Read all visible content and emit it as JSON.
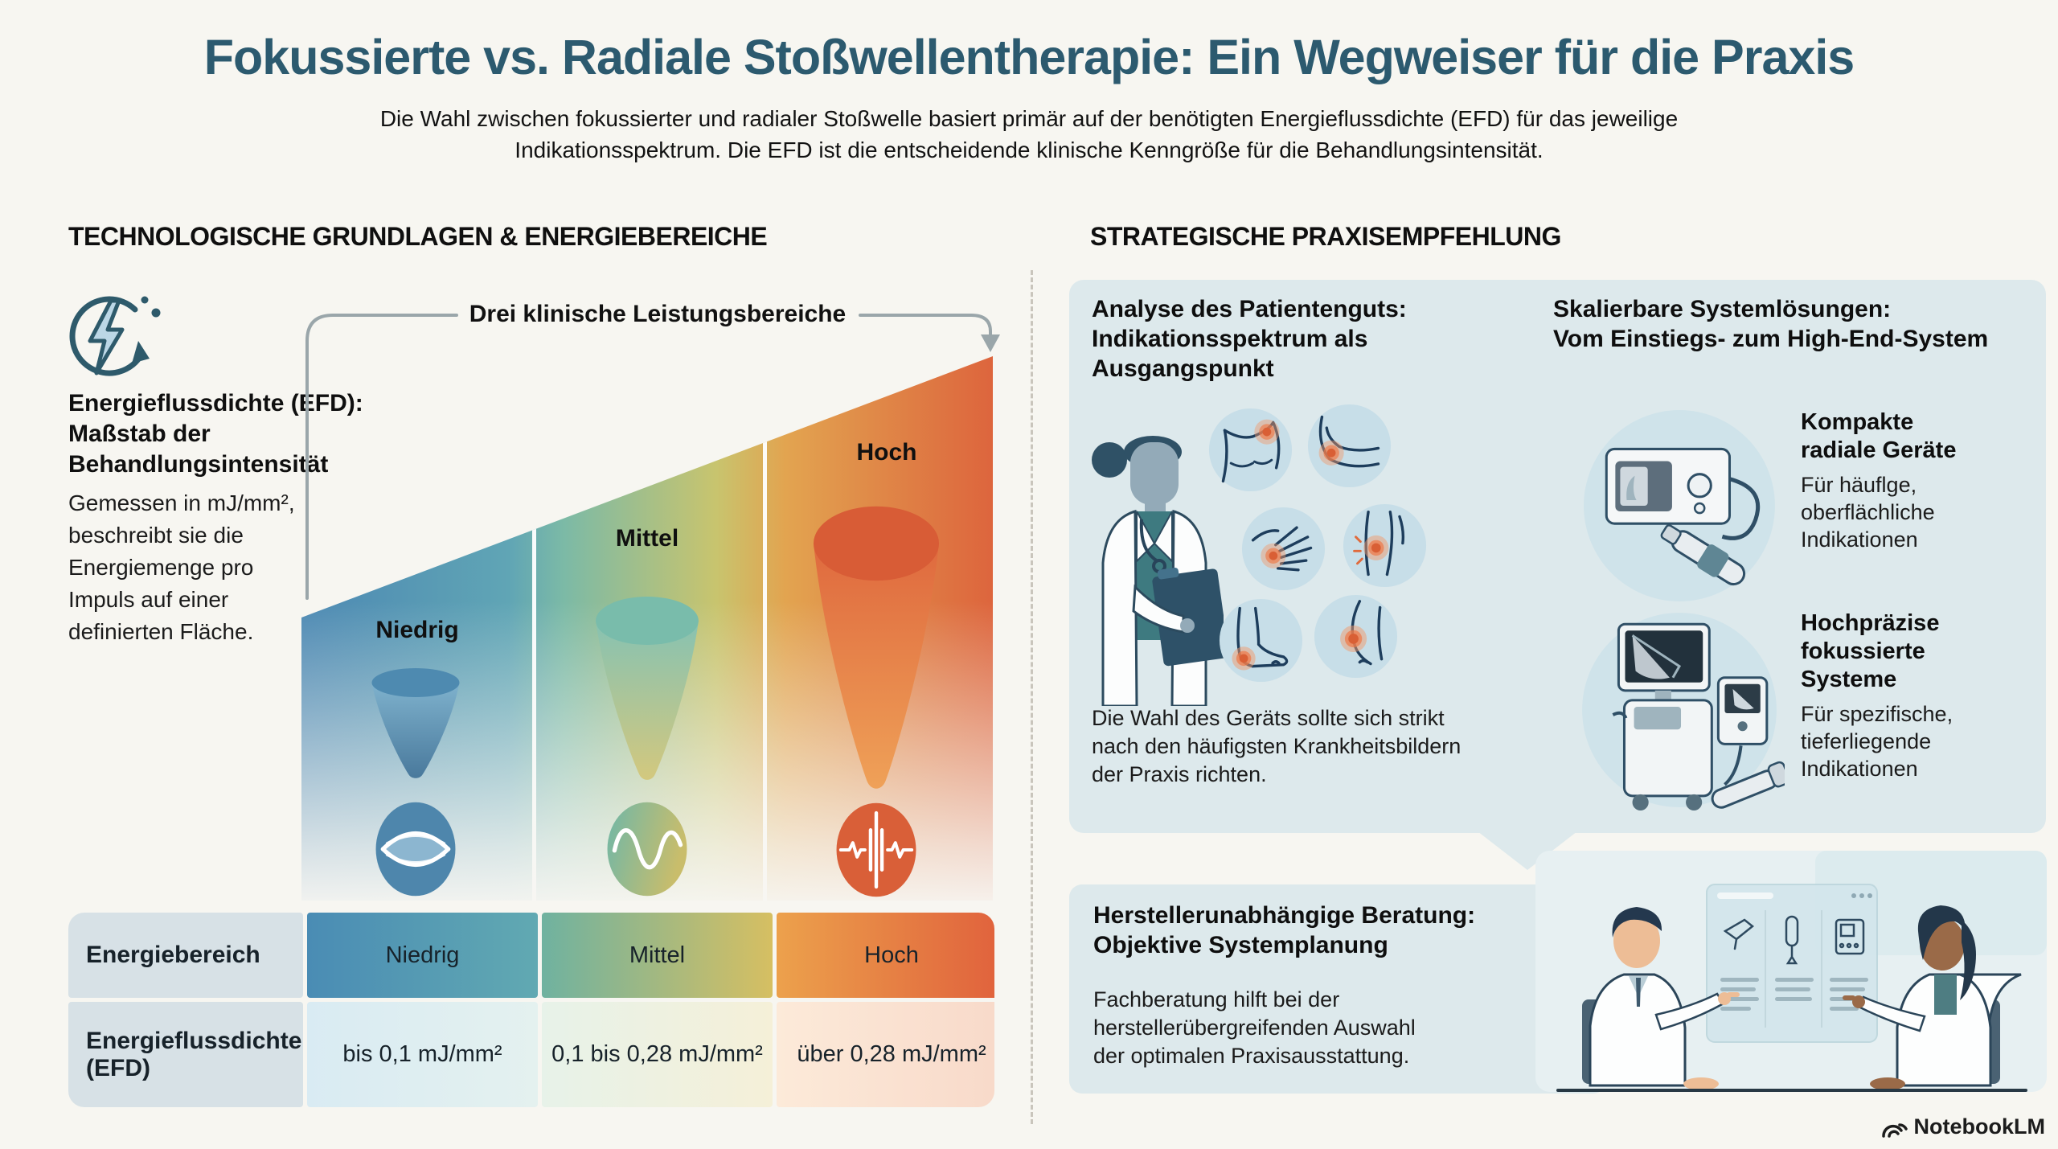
{
  "header": {
    "title": "Fokussierte vs. Radiale Stoßwellentherapie: Ein Wegweiser für die Praxis",
    "subtitle": [
      "Die Wahl zwischen fokussierter und radialer Stoßwelle basiert primär auf der benötigten Energieflussdichte (EFD) für das jeweilige",
      "Indikationsspektrum. Die EFD ist die entscheidende klinische Kenngröße für die Behandlungsintensität."
    ]
  },
  "left": {
    "section_title": "TECHNOLOGISCHE GRUNDLAGEN & ENERGIEBEREICHE",
    "efd": {
      "heading": [
        "Energieflussdichte (EFD):",
        "Maßstab der",
        "Behandlungsintensität"
      ],
      "description": [
        "Gemessen in mJ/mm²,",
        "beschreibt sie die",
        "Energiemenge pro",
        "Impuls auf einer",
        "definierten Fläche."
      ]
    },
    "bracket_label": "Drei klinische Leistungsbereiche",
    "levels": [
      {
        "label": "Niedrig"
      },
      {
        "label": "Mittel"
      },
      {
        "label": "Hoch"
      }
    ],
    "table": {
      "row1_header": "Energiebereich",
      "row1_values": [
        "Niedrig",
        "Mittel",
        "Hoch"
      ],
      "row2_header": [
        "Energieflussdichte",
        "(EFD)"
      ],
      "row2_values": [
        "bis 0,1 mJ/mm²",
        "0,1 bis 0,28 mJ/mm²",
        "über 0,28 mJ/mm²"
      ]
    }
  },
  "right": {
    "section_title": "STRATEGISCHE PRAXISEMPFEHLUNG",
    "analysis": {
      "heading": [
        "Analyse des Patientenguts:",
        "Indikationsspektrum als",
        "Ausgangspunkt"
      ],
      "note": [
        "Die Wahl des Geräts sollte sich strikt",
        "nach den häufigsten Krankheitsbildern",
        "der Praxis richten."
      ]
    },
    "systems": {
      "heading": [
        "Skalierbare Systemlösungen:",
        "Vom Einstiegs- zum High-End-System"
      ],
      "devices": [
        {
          "title": [
            "Kompakte",
            "radiale Geräte"
          ],
          "description": [
            "Für häuflge,",
            "oberflächliche",
            "Indikationen"
          ]
        },
        {
          "title": [
            "Hochpräzise",
            "fokussierte",
            "Systeme"
          ],
          "description": [
            "Für spezifische,",
            "tieferliegende",
            "Indikationen"
          ]
        }
      ]
    },
    "consulting": {
      "heading": [
        "Herstellerunabhängige Beratung:",
        "Objektive Systemplanung"
      ],
      "description": [
        "Fachberatung hilft bei der",
        "herstellerübergreifenden Auswahl",
        "der optimalen Praxisausstattung."
      ]
    }
  },
  "footer": {
    "brand": "NotebookLM"
  },
  "icons": {
    "energy": "circular-arrow-lightning",
    "wave_low": "radial-pressure-wave",
    "wave_mid": "sine-wave",
    "wave_high": "focused-pulse-wave",
    "indications": [
      "shoulder",
      "elbow",
      "hand",
      "knee",
      "foot",
      "hip"
    ]
  },
  "colors": {
    "background": "#f7f6f1",
    "title_teal": "#2c5a6f",
    "panel_blue": "#dde9ec",
    "wedge_blue": "#4d89b3",
    "wedge_teal": "#7cbaa6",
    "wedge_yellow": "#c8c46e",
    "wedge_orange": "#dd653d",
    "accent_dark_teal": "#2e5a6b"
  }
}
